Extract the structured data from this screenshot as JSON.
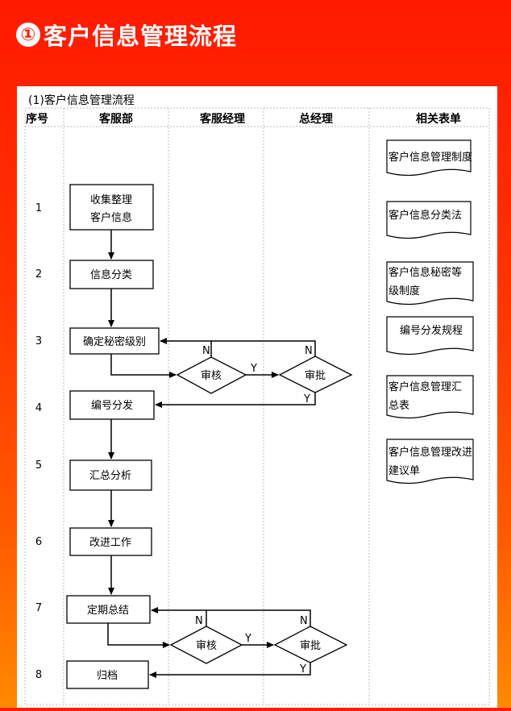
{
  "header": {
    "number": "①",
    "title": "客户信息管理流程"
  },
  "panel": {
    "caption": "(1)客户信息管理流程"
  },
  "columns": [
    "序号",
    "客服部",
    "客服经理",
    "总经理",
    "相关表单"
  ],
  "row_numbers": [
    "1",
    "2",
    "3",
    "4",
    "5",
    "6",
    "7",
    "8"
  ],
  "steps": {
    "collect_line1": "收集整理",
    "collect_line2": "客户信息",
    "classify": "信息分类",
    "secret_level": "确定秘密级别",
    "numbering": "编号分发",
    "summary_analysis": "汇总分析",
    "improve": "改进工作",
    "periodic_summary": "定期总结",
    "archive": "归档"
  },
  "decisions": {
    "review_1": "审核",
    "approve_1": "审批",
    "review_2": "审核",
    "approve_2": "审批"
  },
  "branch_labels": {
    "no": "N",
    "yes": "Y"
  },
  "forms": [
    {
      "line1": "客户信息管理制度",
      "line2": ""
    },
    {
      "line1": "客户信息分类法",
      "line2": ""
    },
    {
      "line1": "客户信息秘密等",
      "line2": "级制度"
    },
    {
      "line1": "编号分发规程",
      "line2": ""
    },
    {
      "line1": "客户信息管理汇",
      "line2": "总表"
    },
    {
      "line1": "客户信息管理改进",
      "line2": "建议单"
    }
  ]
}
